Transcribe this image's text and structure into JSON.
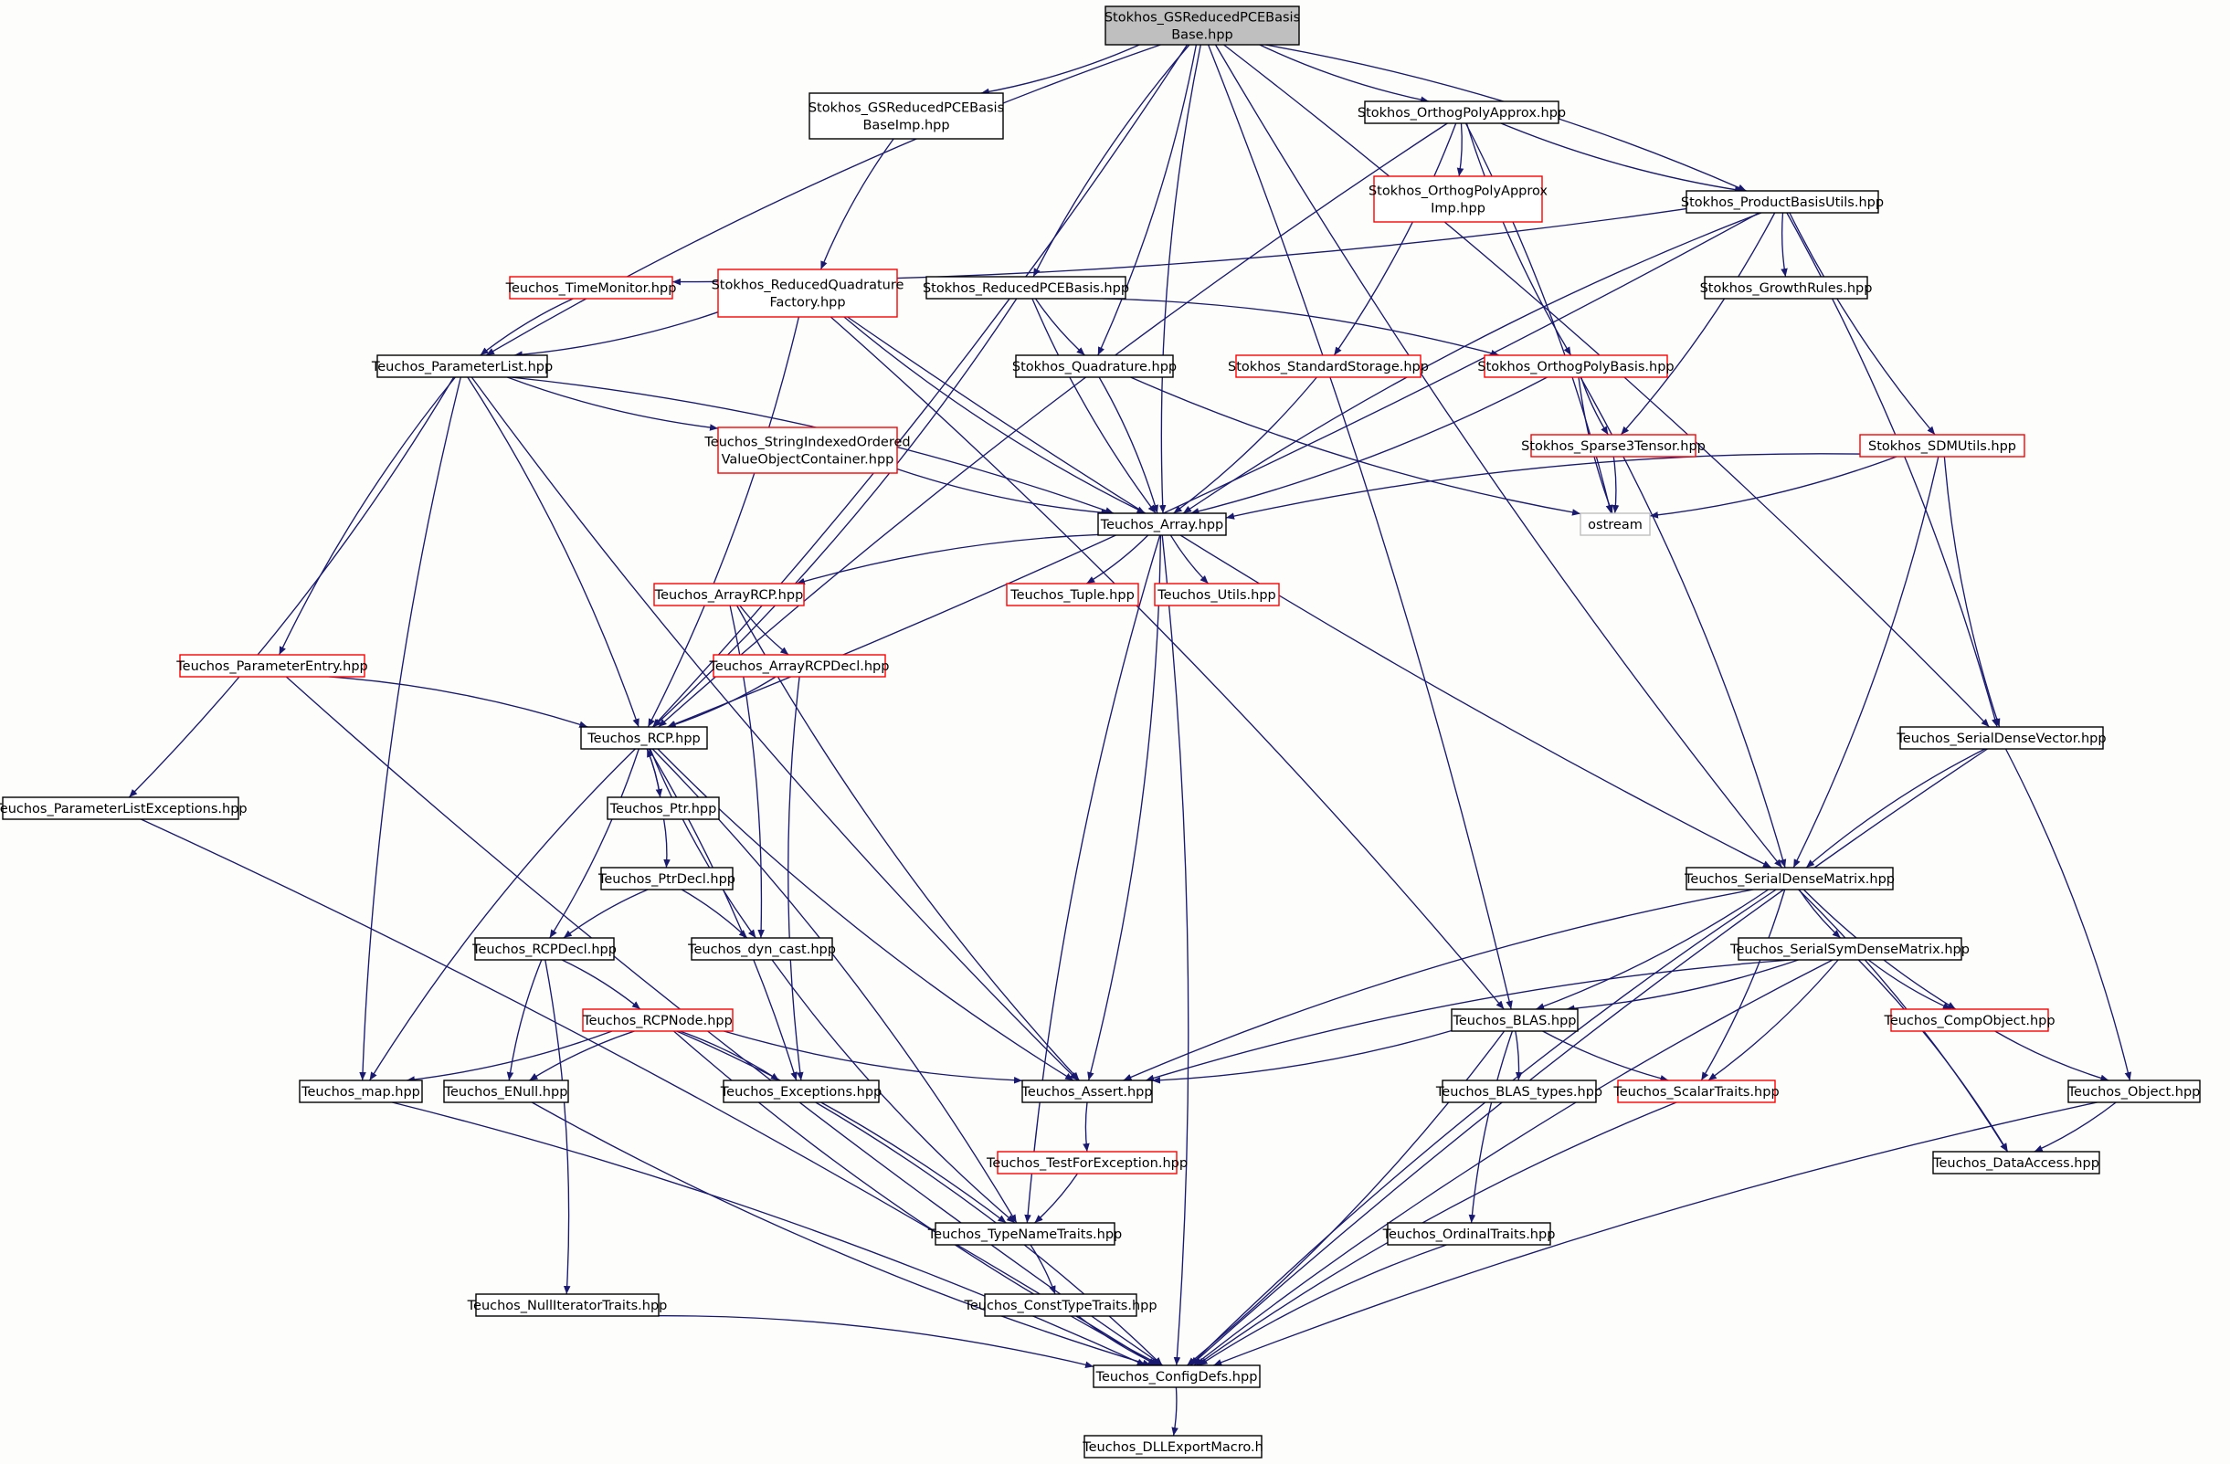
{
  "nodes": [
    {
      "id": "root",
      "lines": [
        "Stokhos_GSReducedPCEBasis",
        "Base.hpp"
      ],
      "style": "root"
    },
    {
      "id": "gsimp",
      "lines": [
        "Stokhos_GSReducedPCEBasis",
        "BaseImp.hpp"
      ],
      "style": "black"
    },
    {
      "id": "opa",
      "lines": [
        "Stokhos_OrthogPolyApprox.hpp"
      ],
      "style": "black"
    },
    {
      "id": "opaimp",
      "lines": [
        "Stokhos_OrthogPolyApprox",
        "Imp.hpp"
      ],
      "style": "red"
    },
    {
      "id": "pbu",
      "lines": [
        "Stokhos_ProductBasisUtils.hpp"
      ],
      "style": "black"
    },
    {
      "id": "timemon",
      "lines": [
        "Teuchos_TimeMonitor.hpp"
      ],
      "style": "red"
    },
    {
      "id": "rqf",
      "lines": [
        "Stokhos_ReducedQuadrature",
        "Factory.hpp"
      ],
      "style": "red"
    },
    {
      "id": "rpce",
      "lines": [
        "Stokhos_ReducedPCEBasis.hpp"
      ],
      "style": "black"
    },
    {
      "id": "growth",
      "lines": [
        "Stokhos_GrowthRules.hpp"
      ],
      "style": "black"
    },
    {
      "id": "plist",
      "lines": [
        "Teuchos_ParameterList.hpp"
      ],
      "style": "black"
    },
    {
      "id": "quad",
      "lines": [
        "Stokhos_Quadrature.hpp"
      ],
      "style": "black"
    },
    {
      "id": "stdstor",
      "lines": [
        "Stokhos_StandardStorage.hpp"
      ],
      "style": "red"
    },
    {
      "id": "opb",
      "lines": [
        "Stokhos_OrthogPolyBasis.hpp"
      ],
      "style": "red"
    },
    {
      "id": "sivoc",
      "lines": [
        "Teuchos_StringIndexedOrdered",
        "ValueObjectContainer.hpp"
      ],
      "style": "red"
    },
    {
      "id": "s3t",
      "lines": [
        "Stokhos_Sparse3Tensor.hpp"
      ],
      "style": "red"
    },
    {
      "id": "sdm",
      "lines": [
        "Stokhos_SDMUtils.hpp"
      ],
      "style": "red"
    },
    {
      "id": "array",
      "lines": [
        "Teuchos_Array.hpp"
      ],
      "style": "black"
    },
    {
      "id": "ostream",
      "lines": [
        "ostream"
      ],
      "style": "gray"
    },
    {
      "id": "arcp",
      "lines": [
        "Teuchos_ArrayRCP.hpp"
      ],
      "style": "red"
    },
    {
      "id": "tuple",
      "lines": [
        "Teuchos_Tuple.hpp"
      ],
      "style": "red"
    },
    {
      "id": "utils",
      "lines": [
        "Teuchos_Utils.hpp"
      ],
      "style": "red"
    },
    {
      "id": "pentry",
      "lines": [
        "Teuchos_ParameterEntry.hpp"
      ],
      "style": "red"
    },
    {
      "id": "arcpdecl",
      "lines": [
        "Teuchos_ArrayRCPDecl.hpp"
      ],
      "style": "red"
    },
    {
      "id": "rcp",
      "lines": [
        "Teuchos_RCP.hpp"
      ],
      "style": "black"
    },
    {
      "id": "sdv",
      "lines": [
        "Teuchos_SerialDenseVector.hpp"
      ],
      "style": "black"
    },
    {
      "id": "plexc",
      "lines": [
        "Teuchos_ParameterListExceptions.hpp"
      ],
      "style": "black"
    },
    {
      "id": "ptr",
      "lines": [
        "Teuchos_Ptr.hpp"
      ],
      "style": "black"
    },
    {
      "id": "ptrdecl",
      "lines": [
        "Teuchos_PtrDecl.hpp"
      ],
      "style": "black"
    },
    {
      "id": "sdmat",
      "lines": [
        "Teuchos_SerialDenseMatrix.hpp"
      ],
      "style": "black"
    },
    {
      "id": "rcpdecl",
      "lines": [
        "Teuchos_RCPDecl.hpp"
      ],
      "style": "black"
    },
    {
      "id": "dyncast",
      "lines": [
        "Teuchos_dyn_cast.hpp"
      ],
      "style": "black"
    },
    {
      "id": "ssdm",
      "lines": [
        "Teuchos_SerialSymDenseMatrix.hpp"
      ],
      "style": "black"
    },
    {
      "id": "rcpnode",
      "lines": [
        "Teuchos_RCPNode.hpp"
      ],
      "style": "red"
    },
    {
      "id": "blas",
      "lines": [
        "Teuchos_BLAS.hpp"
      ],
      "style": "black"
    },
    {
      "id": "compobj",
      "lines": [
        "Teuchos_CompObject.hpp"
      ],
      "style": "red"
    },
    {
      "id": "map",
      "lines": [
        "Teuchos_map.hpp"
      ],
      "style": "black"
    },
    {
      "id": "enull",
      "lines": [
        "Teuchos_ENull.hpp"
      ],
      "style": "black"
    },
    {
      "id": "exc",
      "lines": [
        "Teuchos_Exceptions.hpp"
      ],
      "style": "black"
    },
    {
      "id": "assert",
      "lines": [
        "Teuchos_Assert.hpp"
      ],
      "style": "black"
    },
    {
      "id": "blastypes",
      "lines": [
        "Teuchos_BLAS_types.hpp"
      ],
      "style": "black"
    },
    {
      "id": "scalar",
      "lines": [
        "Teuchos_ScalarTraits.hpp"
      ],
      "style": "red"
    },
    {
      "id": "object",
      "lines": [
        "Teuchos_Object.hpp"
      ],
      "style": "black"
    },
    {
      "id": "tfe",
      "lines": [
        "Teuchos_TestForException.hpp"
      ],
      "style": "red"
    },
    {
      "id": "dataacc",
      "lines": [
        "Teuchos_DataAccess.hpp"
      ],
      "style": "black"
    },
    {
      "id": "tnt",
      "lines": [
        "Teuchos_TypeNameTraits.hpp"
      ],
      "style": "black"
    },
    {
      "id": "ordinal",
      "lines": [
        "Teuchos_OrdinalTraits.hpp"
      ],
      "style": "black"
    },
    {
      "id": "nullit",
      "lines": [
        "Teuchos_NullIteratorTraits.hpp"
      ],
      "style": "black"
    },
    {
      "id": "ctt",
      "lines": [
        "Teuchos_ConstTypeTraits.hpp"
      ],
      "style": "black"
    },
    {
      "id": "config",
      "lines": [
        "Teuchos_ConfigDefs.hpp"
      ],
      "style": "black"
    },
    {
      "id": "dll",
      "lines": [
        "Teuchos_DLLExportMacro.h"
      ],
      "style": "black"
    }
  ],
  "edges": [
    [
      "root",
      "gsimp"
    ],
    [
      "root",
      "opa"
    ],
    [
      "root",
      "pbu"
    ],
    [
      "root",
      "plist"
    ],
    [
      "root",
      "rcp"
    ],
    [
      "root",
      "rpce"
    ],
    [
      "root",
      "quad"
    ],
    [
      "root",
      "array"
    ],
    [
      "root",
      "sdv"
    ],
    [
      "root",
      "sdmat"
    ],
    [
      "root",
      "blas"
    ],
    [
      "gsimp",
      "rqf"
    ],
    [
      "opa",
      "opaimp"
    ],
    [
      "opa",
      "pbu"
    ],
    [
      "opa",
      "stdstor"
    ],
    [
      "opa",
      "opb"
    ],
    [
      "opa",
      "ostream"
    ],
    [
      "opa",
      "rcp"
    ],
    [
      "pbu",
      "timemon"
    ],
    [
      "pbu",
      "growth"
    ],
    [
      "pbu",
      "s3t"
    ],
    [
      "pbu",
      "sdm"
    ],
    [
      "pbu",
      "sdv"
    ],
    [
      "pbu",
      "array"
    ],
    [
      "pbu",
      "rcp"
    ],
    [
      "timemon",
      "plist"
    ],
    [
      "rqf",
      "plist"
    ],
    [
      "rqf",
      "array"
    ],
    [
      "rqf",
      "rcp"
    ],
    [
      "rqf",
      "sdmat"
    ],
    [
      "rqf",
      "blas"
    ],
    [
      "rpce",
      "quad"
    ],
    [
      "rpce",
      "opb"
    ],
    [
      "rpce",
      "array"
    ],
    [
      "rpce",
      "rcp"
    ],
    [
      "plist",
      "sivoc"
    ],
    [
      "plist",
      "array"
    ],
    [
      "plist",
      "pentry"
    ],
    [
      "plist",
      "rcp"
    ],
    [
      "plist",
      "map"
    ],
    [
      "plist",
      "plexc"
    ],
    [
      "plist",
      "assert"
    ],
    [
      "quad",
      "array"
    ],
    [
      "quad",
      "ostream"
    ],
    [
      "stdstor",
      "array"
    ],
    [
      "opb",
      "s3t"
    ],
    [
      "opb",
      "array"
    ],
    [
      "opb",
      "ostream"
    ],
    [
      "opb",
      "sdmat"
    ],
    [
      "sivoc",
      "array"
    ],
    [
      "s3t",
      "ostream"
    ],
    [
      "sdm",
      "array"
    ],
    [
      "sdm",
      "ostream"
    ],
    [
      "sdm",
      "sdv"
    ],
    [
      "sdm",
      "sdmat"
    ],
    [
      "array",
      "arcp"
    ],
    [
      "array",
      "tuple"
    ],
    [
      "array",
      "utils"
    ],
    [
      "array",
      "assert"
    ],
    [
      "array",
      "tnt"
    ],
    [
      "array",
      "config"
    ],
    [
      "arcp",
      "arcpdecl"
    ],
    [
      "arcp",
      "dyncast"
    ],
    [
      "arcp",
      "assert"
    ],
    [
      "pentry",
      "rcp"
    ],
    [
      "pentry",
      "config"
    ],
    [
      "arcpdecl",
      "rcp"
    ],
    [
      "arcpdecl",
      "exc"
    ],
    [
      "rcp",
      "ptr"
    ],
    [
      "rcp",
      "dyncast"
    ],
    [
      "rcp",
      "rcpdecl"
    ],
    [
      "rcp",
      "map"
    ],
    [
      "rcp",
      "exc"
    ],
    [
      "rcp",
      "assert"
    ],
    [
      "rcp",
      "tnt"
    ],
    [
      "sdv",
      "sdmat"
    ],
    [
      "sdv",
      "object"
    ],
    [
      "sdv",
      "config"
    ],
    [
      "plexc",
      "config"
    ],
    [
      "ptr",
      "rcp"
    ],
    [
      "ptr",
      "ptrdecl"
    ],
    [
      "ptrdecl",
      "rcpdecl"
    ],
    [
      "ptrdecl",
      "dyncast"
    ],
    [
      "sdmat",
      "ssdm"
    ],
    [
      "sdmat",
      "blas"
    ],
    [
      "sdmat",
      "compobj"
    ],
    [
      "sdmat",
      "scalar"
    ],
    [
      "sdmat",
      "assert"
    ],
    [
      "sdmat",
      "dataacc"
    ],
    [
      "sdmat",
      "config"
    ],
    [
      "rcpdecl",
      "rcpnode"
    ],
    [
      "rcpdecl",
      "enull"
    ],
    [
      "rcpdecl",
      "nullit"
    ],
    [
      "dyncast",
      "tnt"
    ],
    [
      "ssdm",
      "blas"
    ],
    [
      "ssdm",
      "compobj"
    ],
    [
      "ssdm",
      "scalar"
    ],
    [
      "ssdm",
      "assert"
    ],
    [
      "ssdm",
      "dataacc"
    ],
    [
      "ssdm",
      "config"
    ],
    [
      "rcpnode",
      "map"
    ],
    [
      "rcpnode",
      "enull"
    ],
    [
      "rcpnode",
      "exc"
    ],
    [
      "rcpnode",
      "assert"
    ],
    [
      "rcpnode",
      "tnt"
    ],
    [
      "rcpnode",
      "config"
    ],
    [
      "blas",
      "blastypes"
    ],
    [
      "blas",
      "scalar"
    ],
    [
      "blas",
      "assert"
    ],
    [
      "blas",
      "ordinal"
    ],
    [
      "blas",
      "config"
    ],
    [
      "compobj",
      "object"
    ],
    [
      "map",
      "config"
    ],
    [
      "enull",
      "config"
    ],
    [
      "exc",
      "config"
    ],
    [
      "assert",
      "tfe"
    ],
    [
      "tfe",
      "tnt"
    ],
    [
      "scalar",
      "config"
    ],
    [
      "object",
      "dataacc"
    ],
    [
      "object",
      "config"
    ],
    [
      "tnt",
      "ctt"
    ],
    [
      "ordinal",
      "config"
    ],
    [
      "nullit",
      "config"
    ],
    [
      "ctt",
      "config"
    ],
    [
      "config",
      "dll"
    ]
  ],
  "colors": {
    "edge": "#191970",
    "red_border": "#ff0000",
    "gray_border": "#bfbfbf",
    "root_fill": "#bfbfbf",
    "background": "#fdfdfb"
  }
}
